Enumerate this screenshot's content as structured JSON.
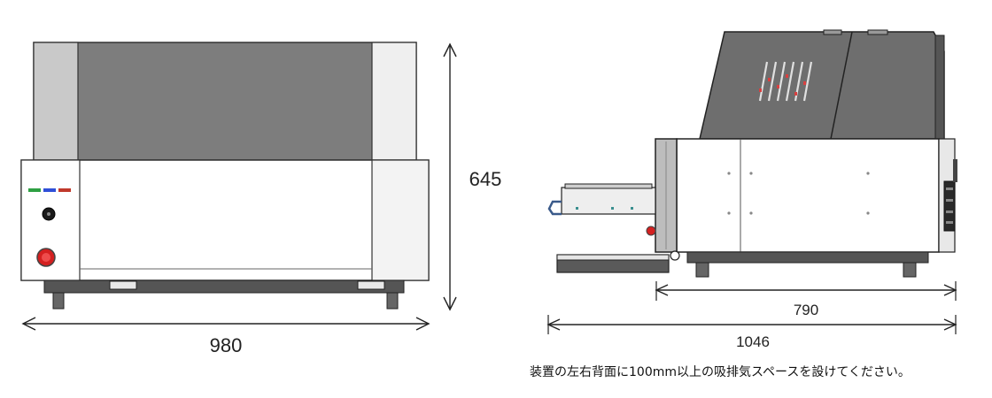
{
  "dimensions": {
    "front_width": "980",
    "front_height": "645",
    "side_depth_body": "790",
    "side_depth_total": "1046"
  },
  "note": "装置の左右背面に100mm以上の吸排気スペースを設けてください。",
  "colors": {
    "body_dark": "#7a7a7a",
    "body_light": "#c8c8c8",
    "panel_white": "#ffffff",
    "outline": "#333333",
    "led_green": "#2ea043",
    "led_blue": "#2f4fd8",
    "led_red": "#c0392b",
    "emergency_red": "#d42020"
  }
}
